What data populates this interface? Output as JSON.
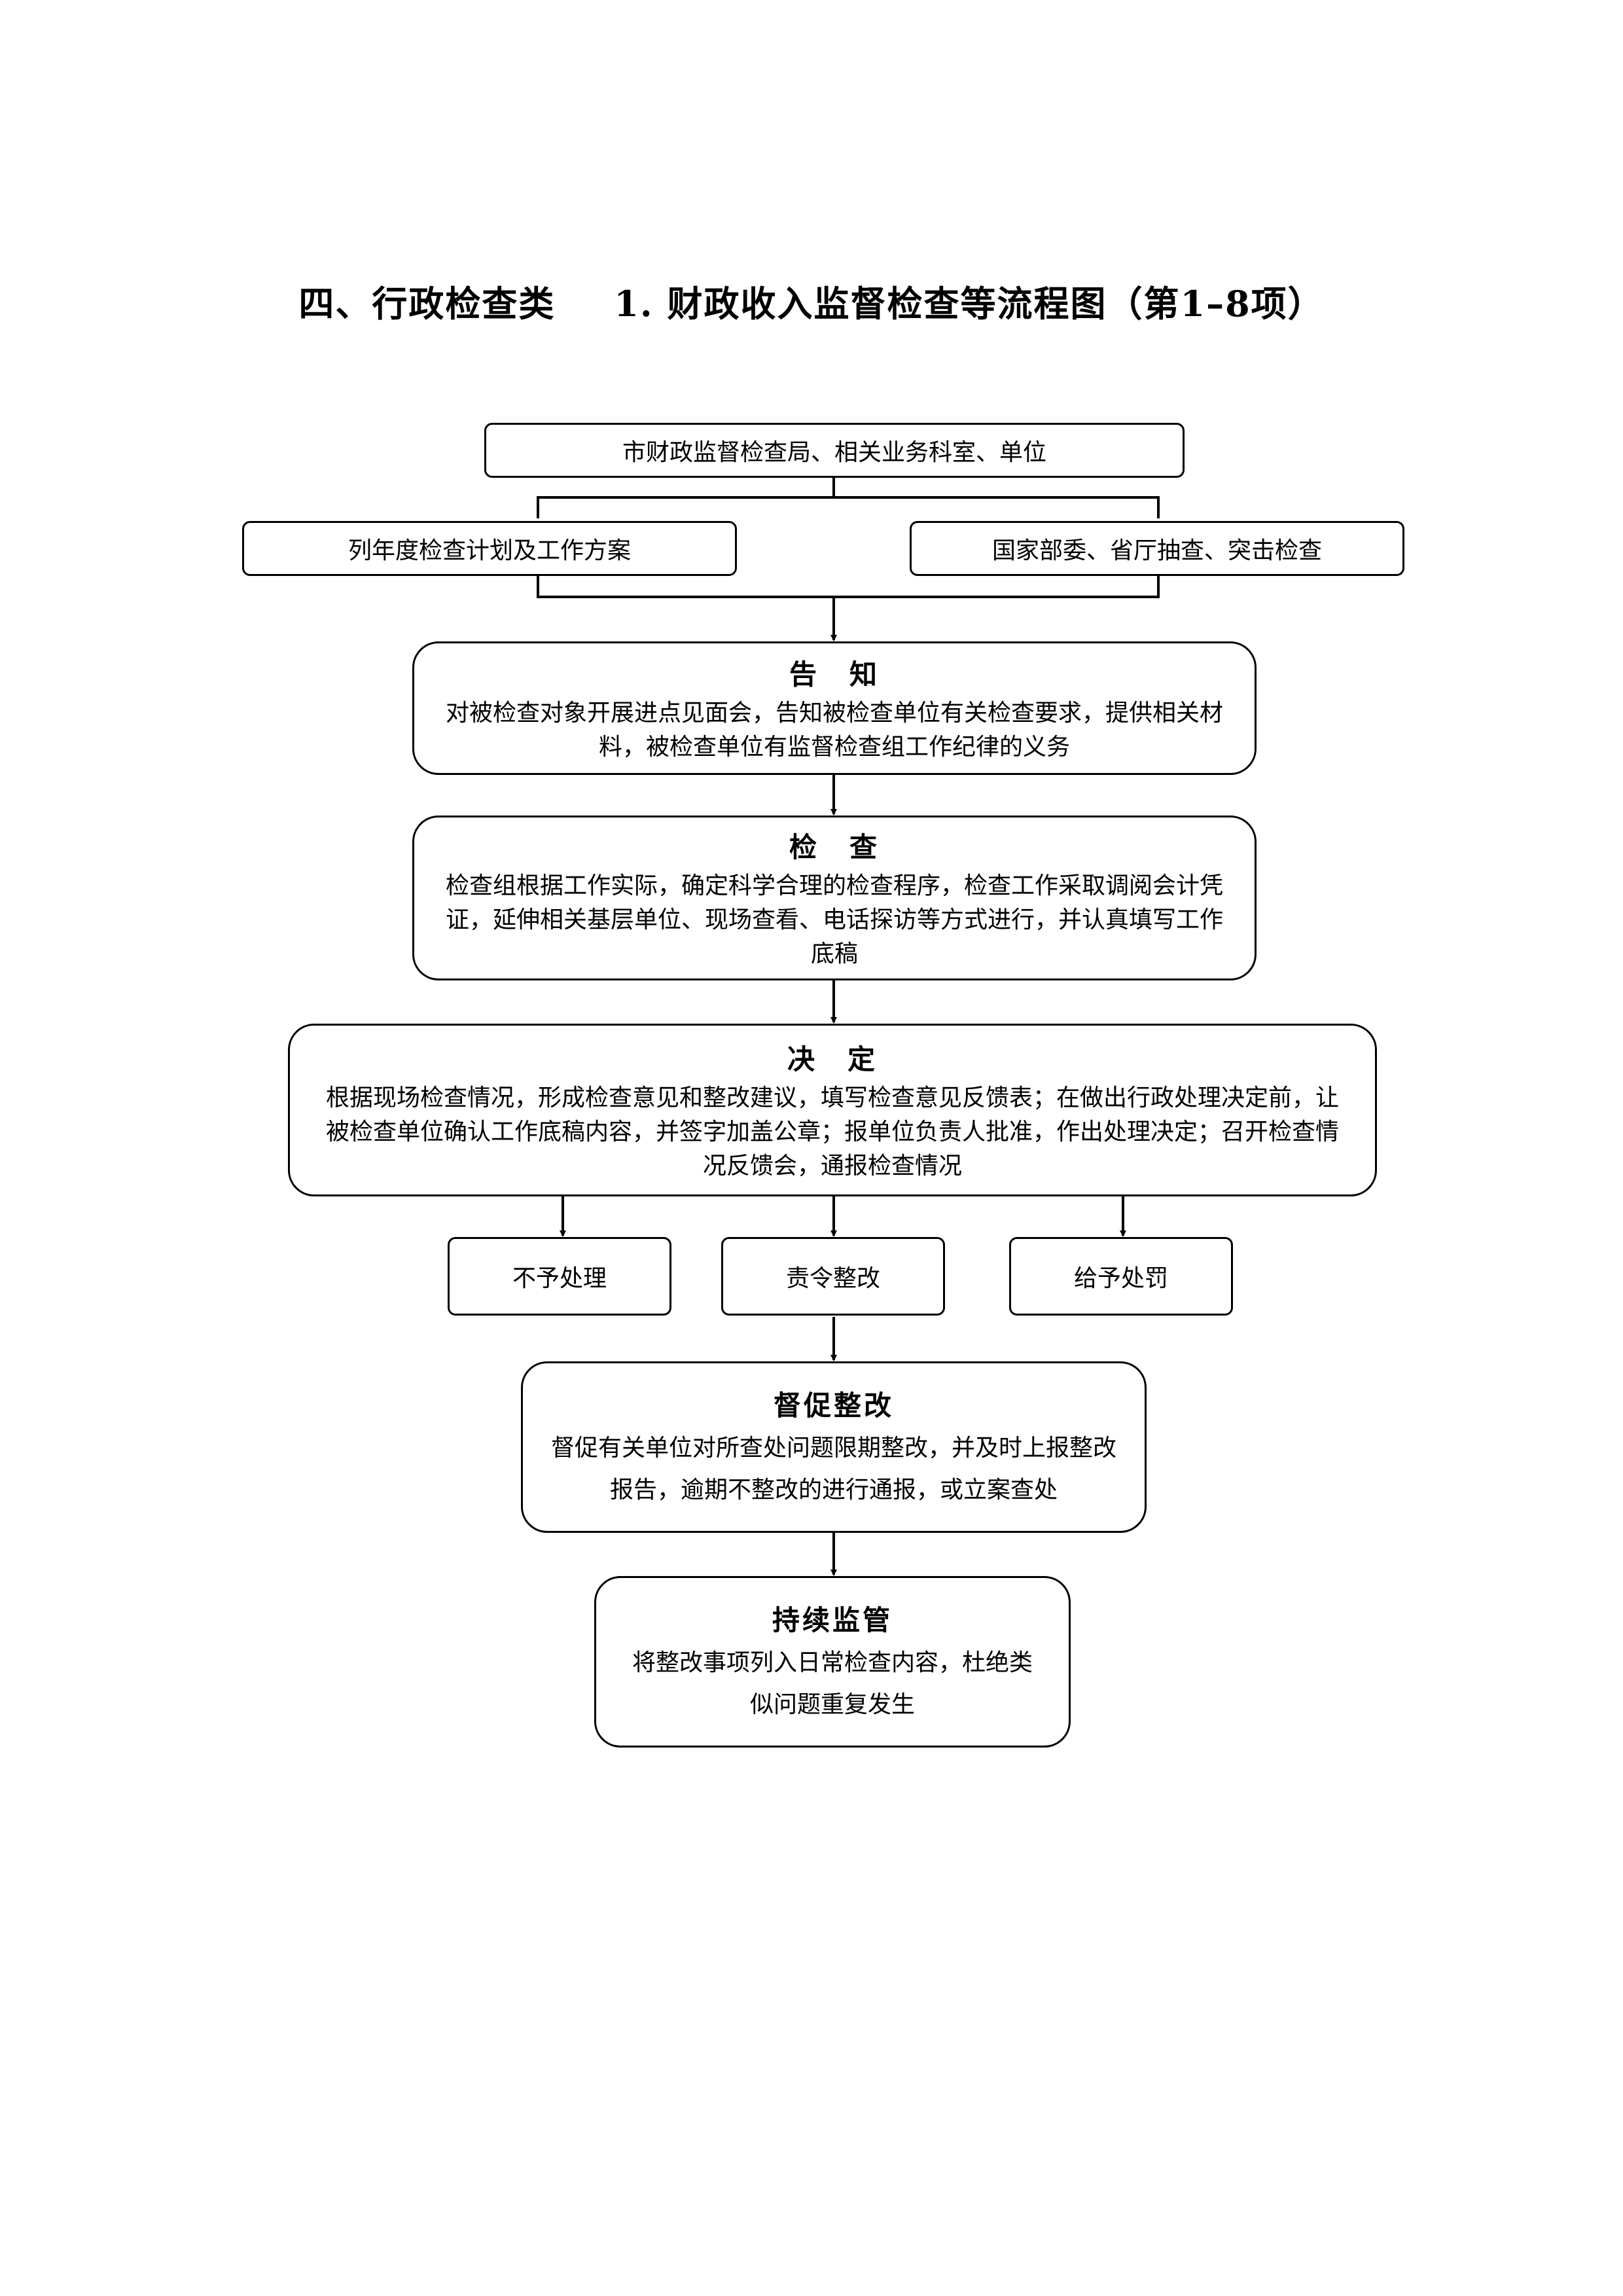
{
  "title": {
    "section": "四、行政检查类",
    "name": "1. 财政收入监督检查等流程图（第1–8项）"
  },
  "nodes": {
    "top": "市财政监督检查局、相关业务科室、单位",
    "left_source": "列年度检查计划及工作方案",
    "right_source": "国家部委、省厅抽查、突击检查",
    "notify": {
      "head": "告　知",
      "body": "对被检查对象开展进点见面会，告知被检查单位有关检查要求，提供相关材料，被检查单位有监督检查组工作纪律的义务"
    },
    "inspect": {
      "head": "检　查",
      "body": "检查组根据工作实际，确定科学合理的检查程序，检查工作采取调阅会计凭证，延伸相关基层单位、现场查看、电话探访等方式进行，并认真填写工作底稿"
    },
    "decide": {
      "head": "决　定",
      "body": "根据现场检查情况，形成检查意见和整改建议，填写检查意见反馈表；在做出行政处理决定前，让被检查单位确认工作底稿内容，并签字加盖公章；报单位负责人批准，作出处理决定；召开检查情况反馈会，通报检查情况"
    },
    "outcome_none": "不予处理",
    "outcome_rectify": "责令整改",
    "outcome_penalty": "给予处罚",
    "urge": {
      "head": "督促整改",
      "body": "督促有关单位对所查处问题限期整改，并及时上报整改报告，逾期不整改的进行通报，或立案查处"
    },
    "monitor": {
      "head": "持续监管",
      "body": "将整改事项列入日常检查内容，杜绝类似问题重复发生"
    }
  }
}
